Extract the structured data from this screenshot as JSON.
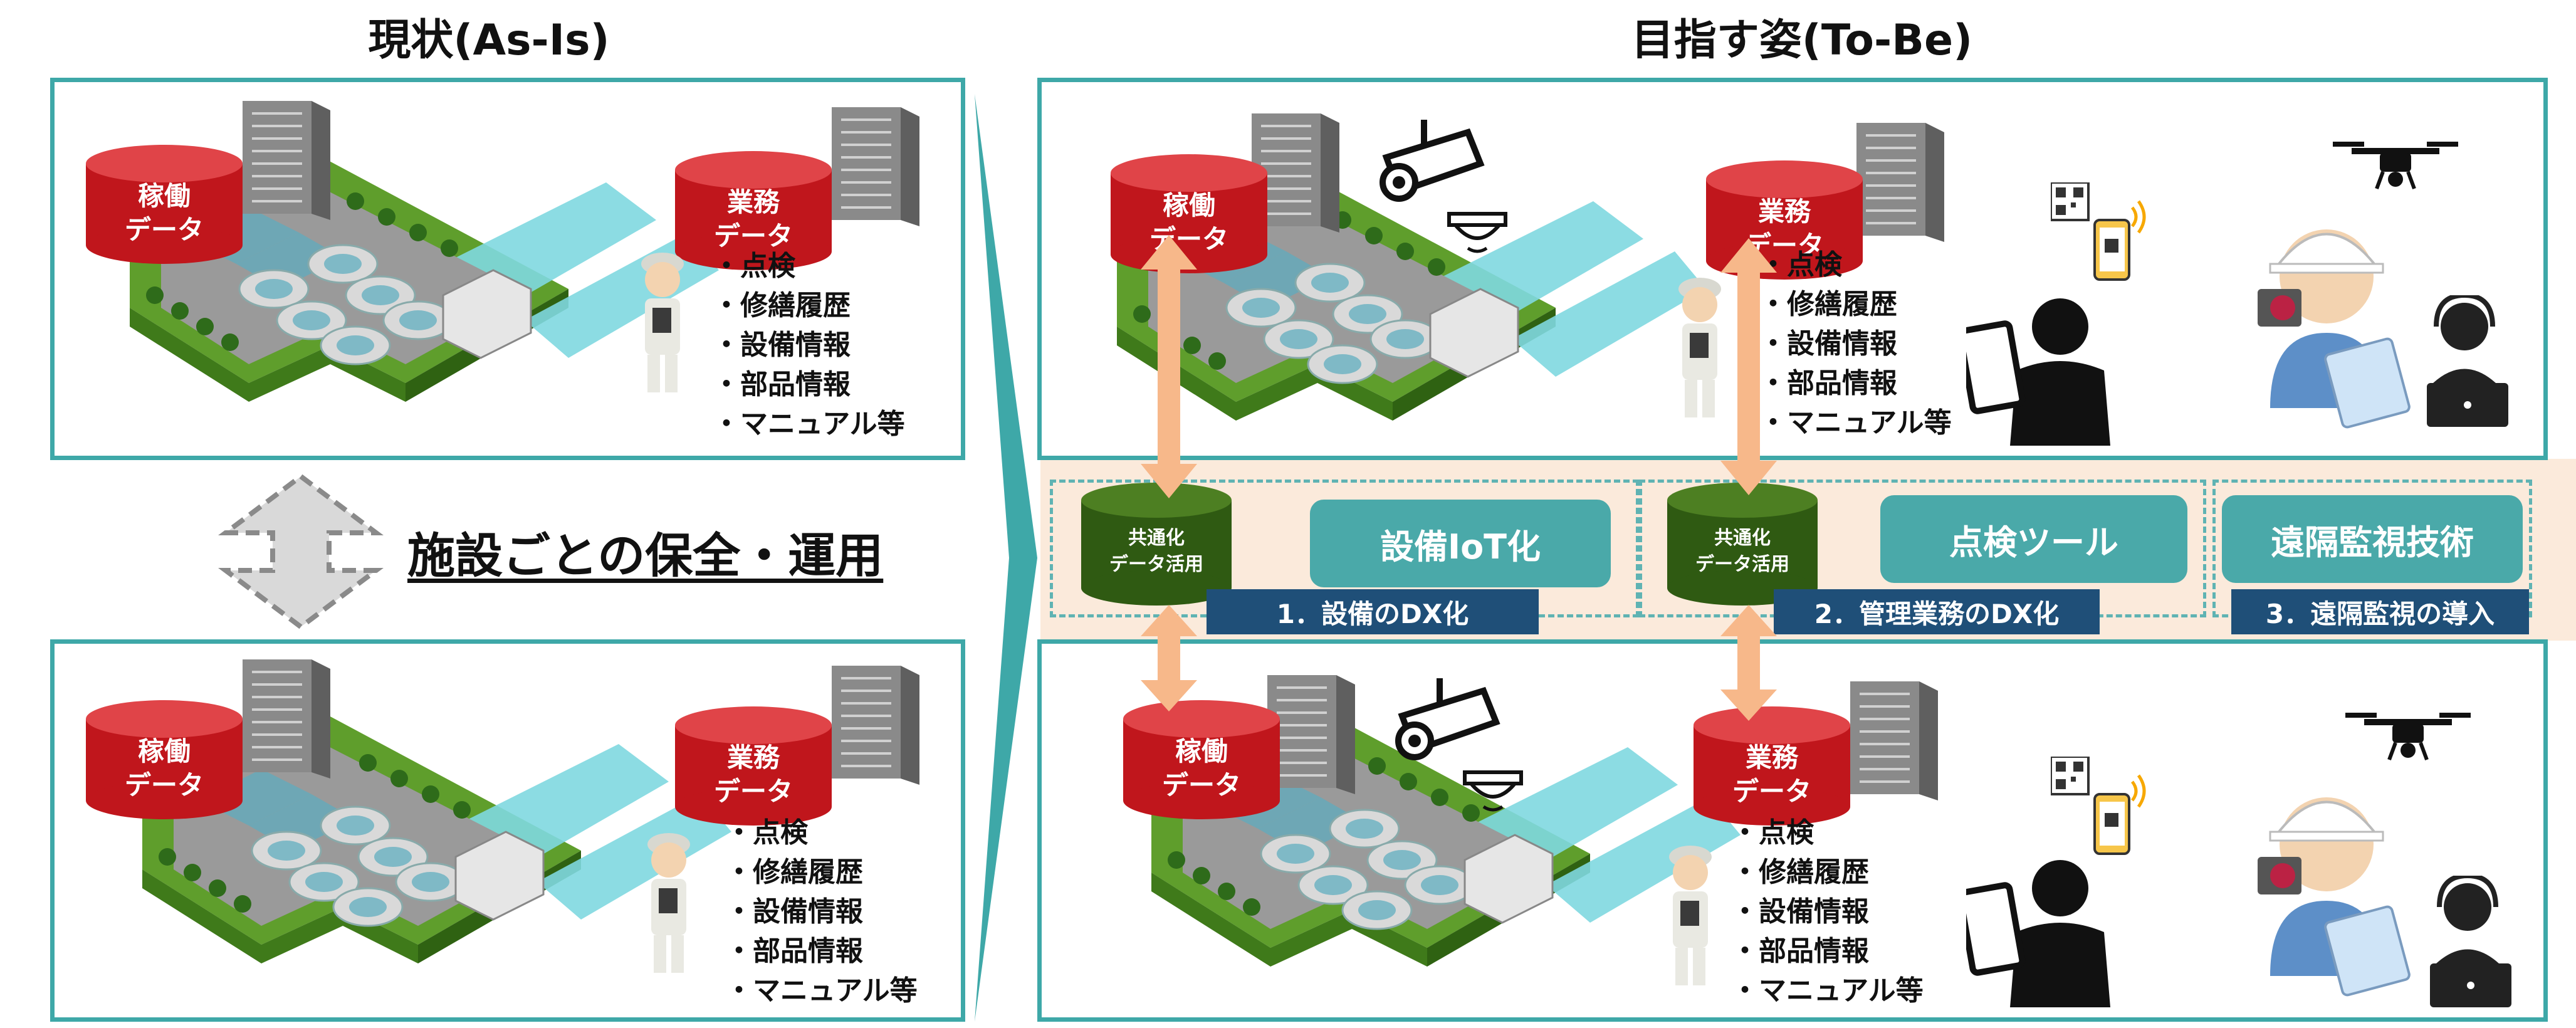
{
  "asis": {
    "heading": "現状(As-Is)",
    "center_label": "施設ごとの保全・運用",
    "panels": [
      {
        "op_data": [
          "稼働",
          "データ"
        ],
        "biz_data": [
          "業務",
          "データ"
        ],
        "bullets": [
          "・点検",
          "・修繕履歴",
          "・設備情報",
          "・部品情報",
          "・マニュアル等"
        ]
      },
      {
        "op_data": [
          "稼働",
          "データ"
        ],
        "biz_data": [
          "業務",
          "データ"
        ],
        "bullets": [
          "・点検",
          "・修繕履歴",
          "・設備情報",
          "・部品情報",
          "・マニュアル等"
        ]
      }
    ]
  },
  "tobe": {
    "heading": "目指す姿(To-Be)",
    "panels": [
      {
        "op_data": [
          "稼働",
          "データ"
        ],
        "biz_data": [
          "業務",
          "データ"
        ],
        "bullets": [
          "・点検",
          "・修繕履歴",
          "・設備情報",
          "・部品情報",
          "・マニュアル等"
        ]
      },
      {
        "op_data": [
          "稼働",
          "データ"
        ],
        "biz_data": [
          "業務",
          "データ"
        ],
        "bullets": [
          "・点検",
          "・修繕履歴",
          "・設備情報",
          "・部品情報",
          "・マニュアル等"
        ]
      }
    ],
    "band": {
      "shared_1": [
        "共通化",
        "データ活用"
      ],
      "shared_2": [
        "共通化",
        "データ活用"
      ],
      "box_iot": "設備IoT化",
      "box_inspection": "点検ツール",
      "box_remote": "遠隔監視技術",
      "label_1": "1．設備のDX化",
      "label_2": "2．管理業務のDX化",
      "label_3": "3．遠隔監視の導入"
    }
  },
  "colors": {
    "teal_border": "#3ea8a8",
    "teal_box": "#4aa9a9",
    "navy_bar": "#1f4f78",
    "band_bg": "#fbeadb",
    "cylinder_red": "#c0161c",
    "cylinder_green": "#2f5a12",
    "arrow_orange": "#f7b88a"
  }
}
